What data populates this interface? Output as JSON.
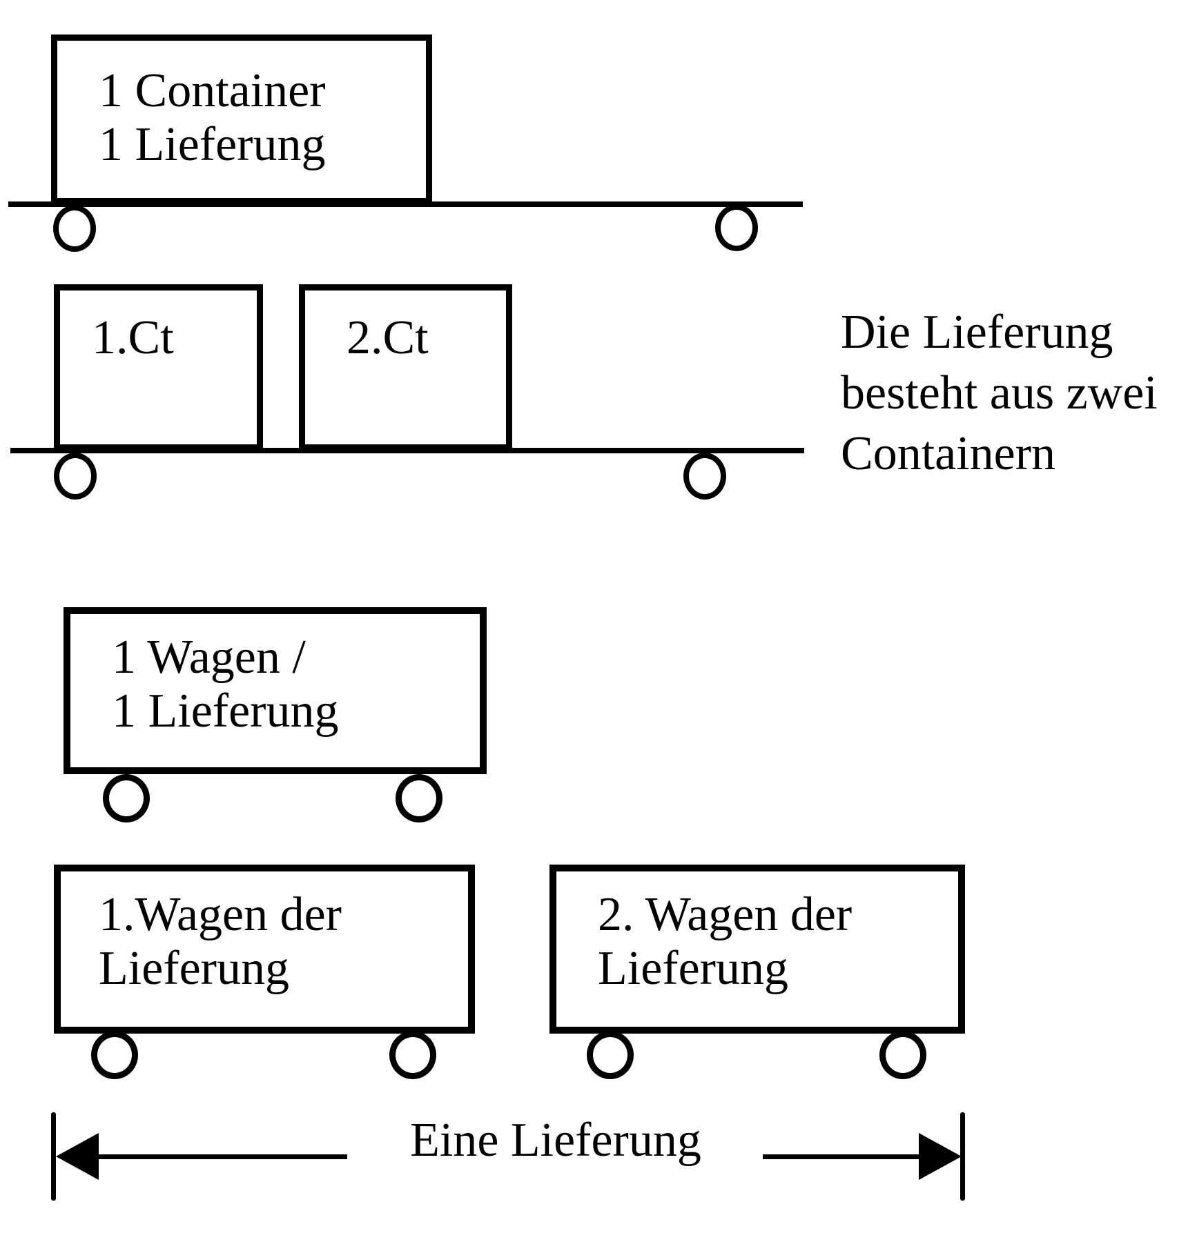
{
  "diagram": {
    "section_container_wagon": {
      "box_label_line1": "1 Container",
      "box_label_line2": "1 Lieferung"
    },
    "section_two_containers": {
      "container1_label": "1.Ct",
      "container2_label": "2.Ct",
      "annotation_line1": "Die Lieferung",
      "annotation_line2": "besteht aus zwei",
      "annotation_line3": "Containern"
    },
    "section_single_wagon": {
      "box_label_line1": "1 Wagen /",
      "box_label_line2": "1 Lieferung"
    },
    "section_two_wagons": {
      "wagon1_label_line1": "1.Wagen der",
      "wagon1_label_line2": "Lieferung",
      "wagon2_label_line1": "2. Wagen der",
      "wagon2_label_line2": "Lieferung"
    },
    "dimension": {
      "label": "Eine Lieferung"
    },
    "colors": {
      "ink": "#000000",
      "paper": "#ffffff"
    }
  }
}
